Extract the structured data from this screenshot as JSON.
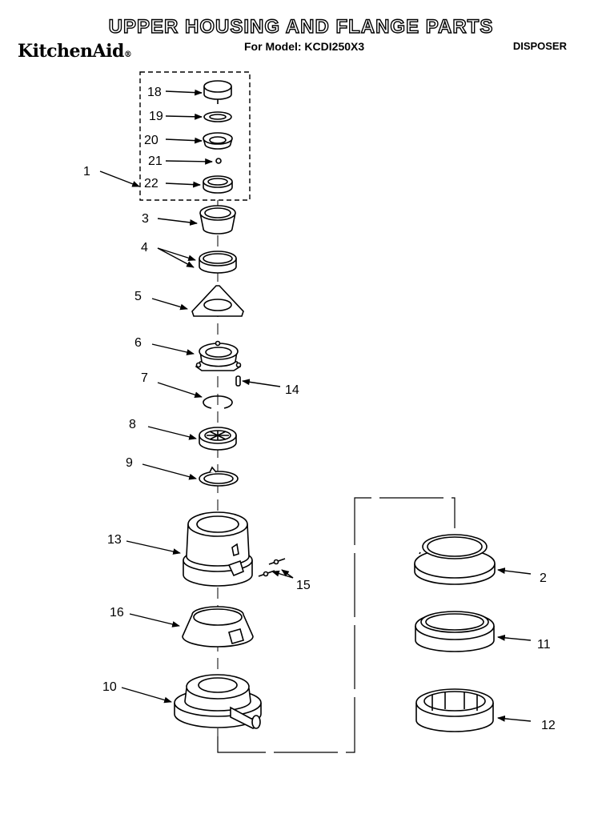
{
  "header": {
    "title": "UPPER HOUSING AND FLANGE PARTS",
    "brand": "KitchenAid",
    "brand_mark": "®",
    "model_line": "For Model: KCDI250X3",
    "category": "DISPOSER"
  },
  "callouts": {
    "c1": "1",
    "c2": "2",
    "c3": "3",
    "c4": "4",
    "c5": "5",
    "c6": "6",
    "c7": "7",
    "c8": "8",
    "c9": "9",
    "c10": "10",
    "c11": "11",
    "c12": "12",
    "c13": "13",
    "c14": "14",
    "c15": "15",
    "c16": "16",
    "c18": "18",
    "c19": "19",
    "c20": "20",
    "c21": "21",
    "c22": "22"
  }
}
